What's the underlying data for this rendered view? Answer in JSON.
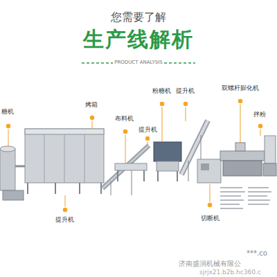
{
  "diagram": {
    "title": "生产线解析",
    "labels": [
      "您需要了解",
      "PRODUCT ANALYSIS",
      "糖机",
      "烤箱",
      "粉糖机",
      "提升机",
      "双螺杆膨化机",
      "布料机",
      "拌粉",
      "提升机",
      "提升机",
      "切断机",
      "济南盛润机械有限公",
      "***.co",
      "sjrjx21.b2b.hc360.c"
    ]
  }
}
